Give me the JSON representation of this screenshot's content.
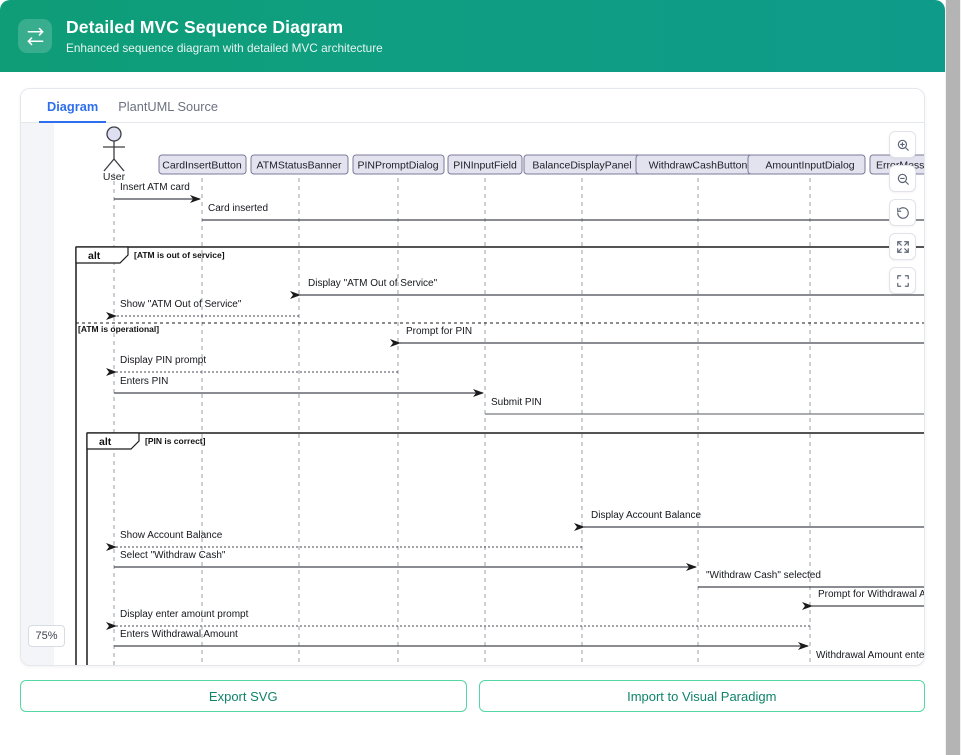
{
  "header": {
    "icon": "exchange-arrows-icon",
    "title": "Detailed MVC Sequence Diagram",
    "subtitle": "Enhanced sequence diagram with detailed MVC architecture",
    "gradient_from": "#0e9d76",
    "gradient_to": "#0f9b8a"
  },
  "tabs": [
    {
      "id": "diagram",
      "label": "Diagram",
      "active": true
    },
    {
      "id": "plantuml-source",
      "label": "PlantUML Source",
      "active": false
    }
  ],
  "viewer": {
    "zoom_level": "75%",
    "controls": [
      {
        "id": "zoom-in",
        "icon": "zoom-in-icon",
        "title": "Zoom In"
      },
      {
        "id": "zoom-out",
        "icon": "zoom-out-icon",
        "title": "Zoom Out"
      },
      {
        "id": "reset",
        "icon": "reset-rotate-icon",
        "title": "Reset"
      },
      {
        "id": "fit",
        "icon": "fit-expand-icon",
        "title": "Fit to Screen"
      },
      {
        "id": "fullscreen",
        "icon": "fullscreen-icon",
        "title": "Fullscreen"
      }
    ]
  },
  "diagram": {
    "type": "uml-sequence-diagram",
    "actor": "User",
    "participants": [
      "CardInsertButton",
      "ATMStatusBanner",
      "PINPromptDialog",
      "PINInputField",
      "BalanceDisplayPanel",
      "WithdrawCashButton",
      "AmountInputDialog",
      "ErrorMessageBa"
    ],
    "messages": [
      {
        "text": "Insert ATM card",
        "style": "solid",
        "dir": "right"
      },
      {
        "text": "Card inserted",
        "style": "solid",
        "dir": "right"
      },
      {
        "text": "Display \"ATM Out of Service\"",
        "style": "solid",
        "dir": "left"
      },
      {
        "text": "Show \"ATM Out of Service\"",
        "style": "dotted",
        "dir": "left"
      },
      {
        "text": "Prompt for PIN",
        "style": "solid",
        "dir": "left"
      },
      {
        "text": "Display PIN prompt",
        "style": "dotted",
        "dir": "left"
      },
      {
        "text": "Enters PIN",
        "style": "solid",
        "dir": "right"
      },
      {
        "text": "Submit PIN",
        "style": "solid",
        "dir": "right"
      },
      {
        "text": "Display Account Balance",
        "style": "solid",
        "dir": "left"
      },
      {
        "text": "Show Account Balance",
        "style": "dotted",
        "dir": "left"
      },
      {
        "text": "Select \"Withdraw Cash\"",
        "style": "solid",
        "dir": "right"
      },
      {
        "text": "\"Withdraw Cash\" selected",
        "style": "solid",
        "dir": "right"
      },
      {
        "text": "Prompt for Withdrawal Amou",
        "style": "solid",
        "dir": "left"
      },
      {
        "text": "Display enter amount prompt",
        "style": "dotted",
        "dir": "left"
      },
      {
        "text": "Enters Withdrawal Amount",
        "style": "solid",
        "dir": "right"
      },
      {
        "text": "Withdrawal Amount entered",
        "style": "solid",
        "dir": "right"
      }
    ],
    "fragments": [
      {
        "kind": "alt",
        "guards": [
          "[ATM is out of service]",
          "[ATM is operational]"
        ]
      },
      {
        "kind": "alt",
        "guards": [
          "[PIN is correct]"
        ]
      }
    ]
  },
  "footer": {
    "export_label": "Export SVG",
    "import_label": "Import to Visual Paradigm",
    "accent": "#10836a"
  }
}
